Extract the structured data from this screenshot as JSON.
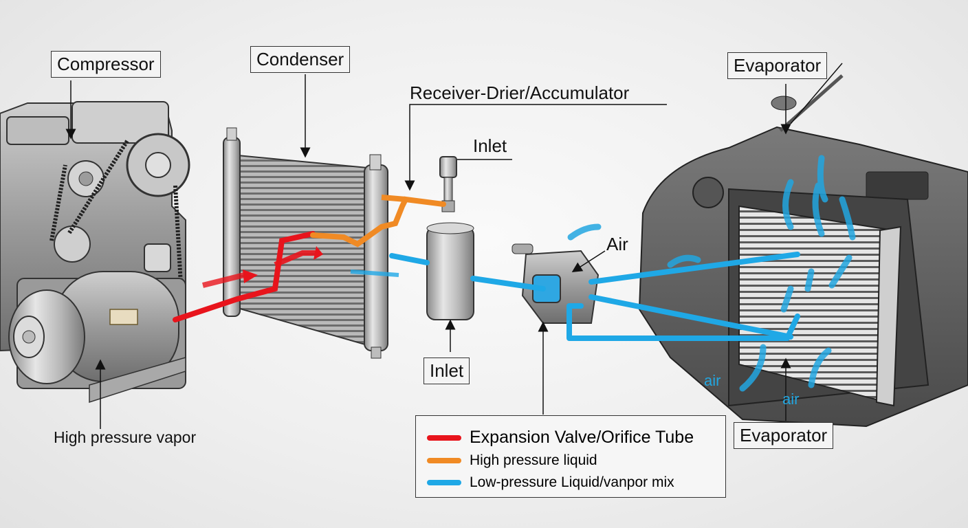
{
  "labels": {
    "compressor": "Compressor",
    "condenser": "Condenser",
    "receiver_drier": "Receiver-Drier/Accumulator",
    "inlet_top": "Inlet",
    "inlet_bottom": "Inlet",
    "air_valve": "Air",
    "evaporator_top": "Evaporator",
    "evaporator_bottom": "Evaporator",
    "high_pressure_vapor": "High pressure vapor",
    "air_left": "air",
    "air_right": "air"
  },
  "legend": {
    "items": [
      {
        "label": "Expansion Valve/Orifice Tube",
        "color": "#e8141c"
      },
      {
        "label": "High pressure liquid",
        "color": "#f08a24"
      },
      {
        "label": "Low-pressure Liquid/vanpor mix",
        "color": "#1fa8e6"
      }
    ]
  },
  "colors": {
    "red_line": "#e8141c",
    "orange_line": "#f08a24",
    "blue_line": "#1fa8e6",
    "air_arrow": "#22a6e0"
  }
}
